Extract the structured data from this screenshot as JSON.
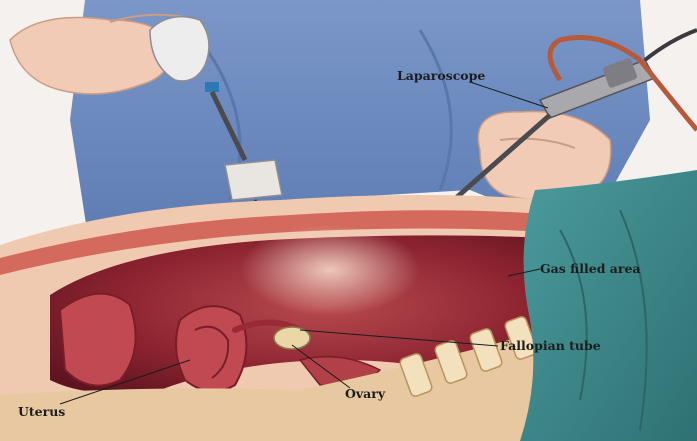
{
  "labels": {
    "laparoscope": "Laparoscope",
    "gas_filled_area": "Gas filled area",
    "fallopian_tube": "Fallopian tube",
    "ovary": "Ovary",
    "uterus": "Uterus"
  },
  "colors": {
    "gown": "#6f8fc4",
    "skin": "#f1cbb5",
    "cavity": "#8c2430",
    "tissue": "#c14a52",
    "drape": "#3f8a8c",
    "instrument": "#6b6b70"
  }
}
